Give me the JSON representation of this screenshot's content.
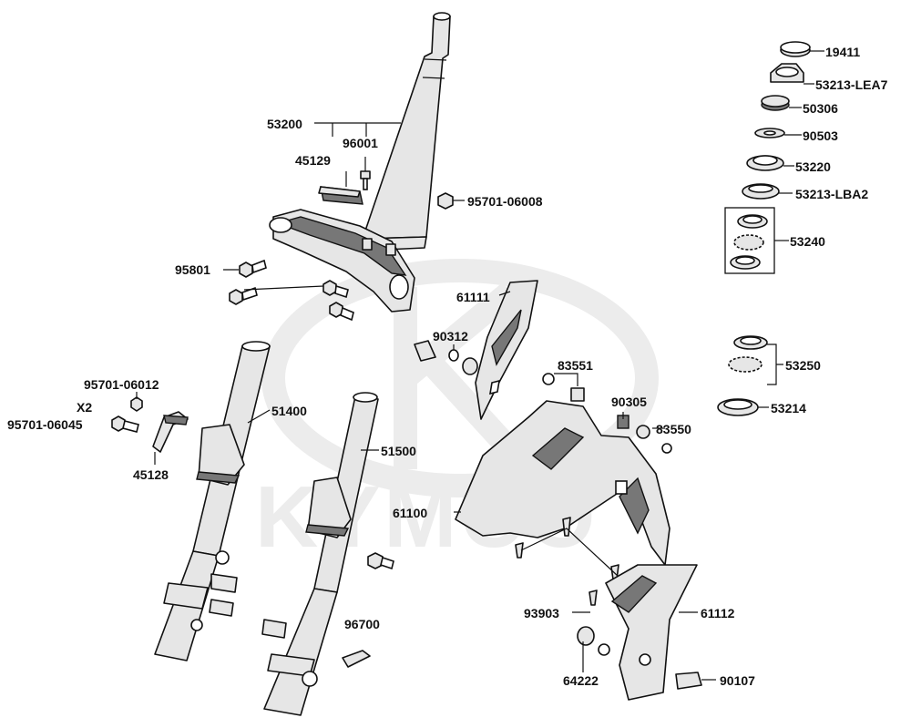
{
  "watermark": {
    "brand": "KYMCO",
    "shape": "kymco-logo"
  },
  "labels": {
    "p19411": "19411",
    "p53213_lea7": "53213-LEA7",
    "p50306": "50306",
    "p90503": "90503",
    "p53220": "53220",
    "p53213_lba2": "53213-LBA2",
    "p53240": "53240",
    "p53250": "53250",
    "p53214": "53214",
    "p53200": "53200",
    "p96001": "96001",
    "p45129": "45129",
    "p95701_06008": "95701-06008",
    "p95801": "95801",
    "p61111": "61111",
    "p90312": "90312",
    "p83551": "83551",
    "p90305": "90305",
    "p83550": "83550",
    "p95701_06012": "95701-06012",
    "x2": "X2",
    "p95701_06045": "95701-06045",
    "p51400": "51400",
    "p45128": "45128",
    "p51500": "51500",
    "p61100": "61100",
    "p93903": "93903",
    "p61112": "61112",
    "p96700": "96700",
    "p64222": "64222",
    "p90107": "90107"
  }
}
